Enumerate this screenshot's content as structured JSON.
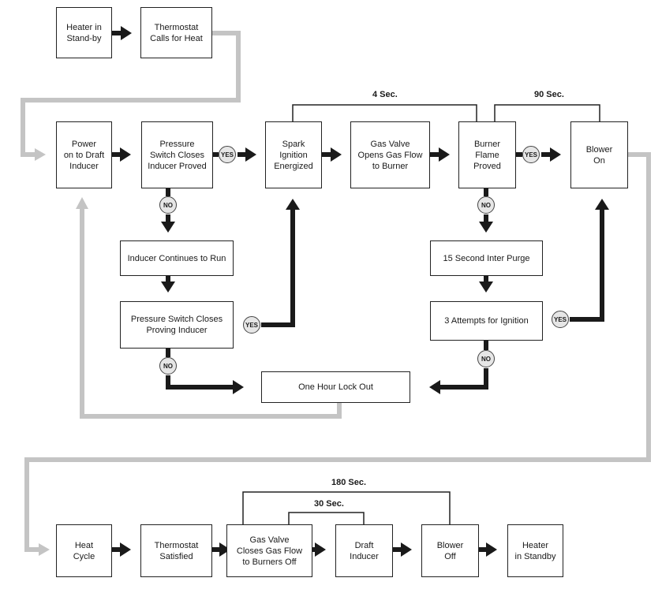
{
  "boxes": {
    "heater_standby": "Heater in\nStand-by",
    "thermostat_calls": "Thermostat\nCalls for Heat",
    "power_inducer": "Power\non to Draft\nInducer",
    "pressure_switch": "Pressure\nSwitch Closes\nInducer Proved",
    "spark_ignition": "Spark\nIgnition\nEnergized",
    "gas_valve_opens": "Gas Valve\nOpens Gas Flow\nto Burner",
    "burner_flame": "Burner\nFlame\nProved",
    "blower_on": "Blower\nOn",
    "inducer_continues": "Inducer Continues to Run",
    "pressure_switch_proving": "Pressure Switch Closes\nProving Inducer",
    "inter_purge": "15 Second Inter Purge",
    "three_attempts": "3 Attempts for Ignition",
    "lockout": "One Hour Lock Out",
    "heat_cycle": "Heat\nCycle",
    "thermostat_satisfied": "Thermostat\nSatisfied",
    "gas_valve_closes": "Gas Valve\nCloses Gas Flow\nto Burners Off",
    "draft_inducer": "Draft\nInducer",
    "blower_off": "Blower\nOff",
    "heater_in_standby": "Heater\nin Standby"
  },
  "badges": {
    "yes": "YES",
    "no": "NO"
  },
  "timings": {
    "four_sec": "4 Sec.",
    "ninety_sec": "90 Sec.",
    "one_eighty_sec": "180 Sec.",
    "thirty_sec": "30 Sec."
  },
  "colors": {
    "arrow": "#1a1a1a",
    "connector": "#c4c4c4",
    "badge_fill": "#e6e6e6"
  }
}
